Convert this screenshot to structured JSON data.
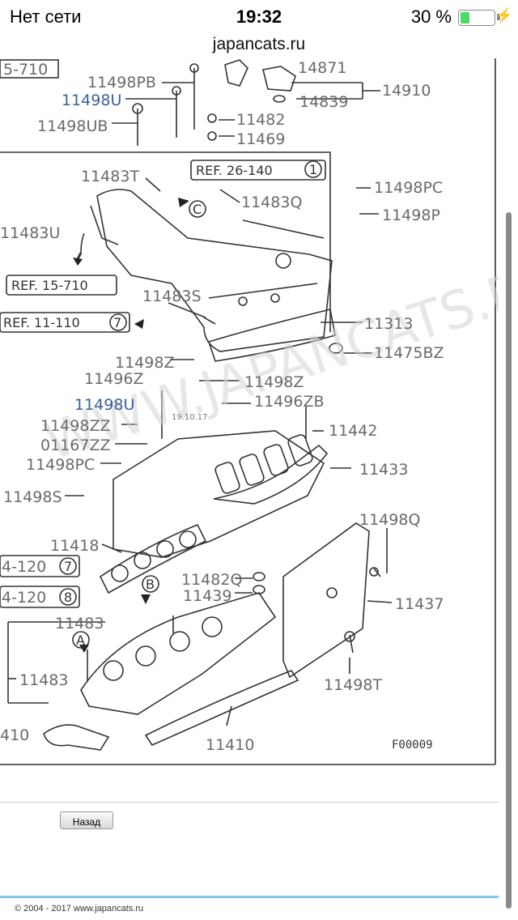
{
  "status_bar": {
    "carrier": "Нет сети",
    "time": "19:32",
    "battery_text": "30 %",
    "battery_level": 0.3,
    "battery_color": "#4cd964"
  },
  "browser": {
    "url": "japancats.ru"
  },
  "diagram": {
    "labels": {
      "p5710": "5-710",
      "p14871": "14871",
      "p11498PB": "11498PB",
      "p11498U_a": "11498U",
      "p14910": "14910",
      "p14839": "14839",
      "p11482": "11482",
      "p11498UB": "11498UB",
      "p11469": "11469",
      "p11483T": "11483T",
      "p11483Q": "11483Q",
      "p11498PC_a": "11498PC",
      "p11498P": "11498P",
      "p11483U": "11483U",
      "p11483S": "11483S",
      "p11313": "11313",
      "p11475BZ": "11475BZ",
      "p11498Z_a": "11498Z",
      "p11496Z": "11496Z",
      "p11498Z_b": "11498Z",
      "p11498U_b": "11498U",
      "p11496ZB": "11496ZB",
      "p11498ZZ": "11498ZZ",
      "p11442": "11442",
      "p01167ZZ": "01167ZZ",
      "p11498PC_b": "11498PC",
      "p11433": "11433",
      "p11498S": "11498S",
      "p11498Q": "11498Q",
      "p11418": "11418",
      "p4120a": "4-120",
      "p11482Q": "11482Q",
      "p11439": "11439",
      "p4120b": "4-120",
      "p11437": "11437",
      "p11483_a": "11483",
      "p11483_b": "11483",
      "p11498T": "11498T",
      "p410": "410",
      "p11410": "11410"
    },
    "refs": {
      "r1": {
        "text": "REF. 26-140",
        "num": "1"
      },
      "r2": {
        "text": "REF. 15-710"
      },
      "r3": {
        "text": "REF. 11-110",
        "num": "7"
      },
      "r4": {
        "num": "7"
      },
      "r5": {
        "num": "8"
      }
    },
    "markers": {
      "a": "A",
      "b": "B",
      "c": "C"
    },
    "watermark": "WWW.JAPANCATS.RU",
    "stamp": "19.10.17",
    "figure_id": "F00009"
  },
  "nav": {
    "back_label": "Назад"
  },
  "footer": {
    "copyright": "© 2004 - 2017 www.japancats.ru"
  }
}
